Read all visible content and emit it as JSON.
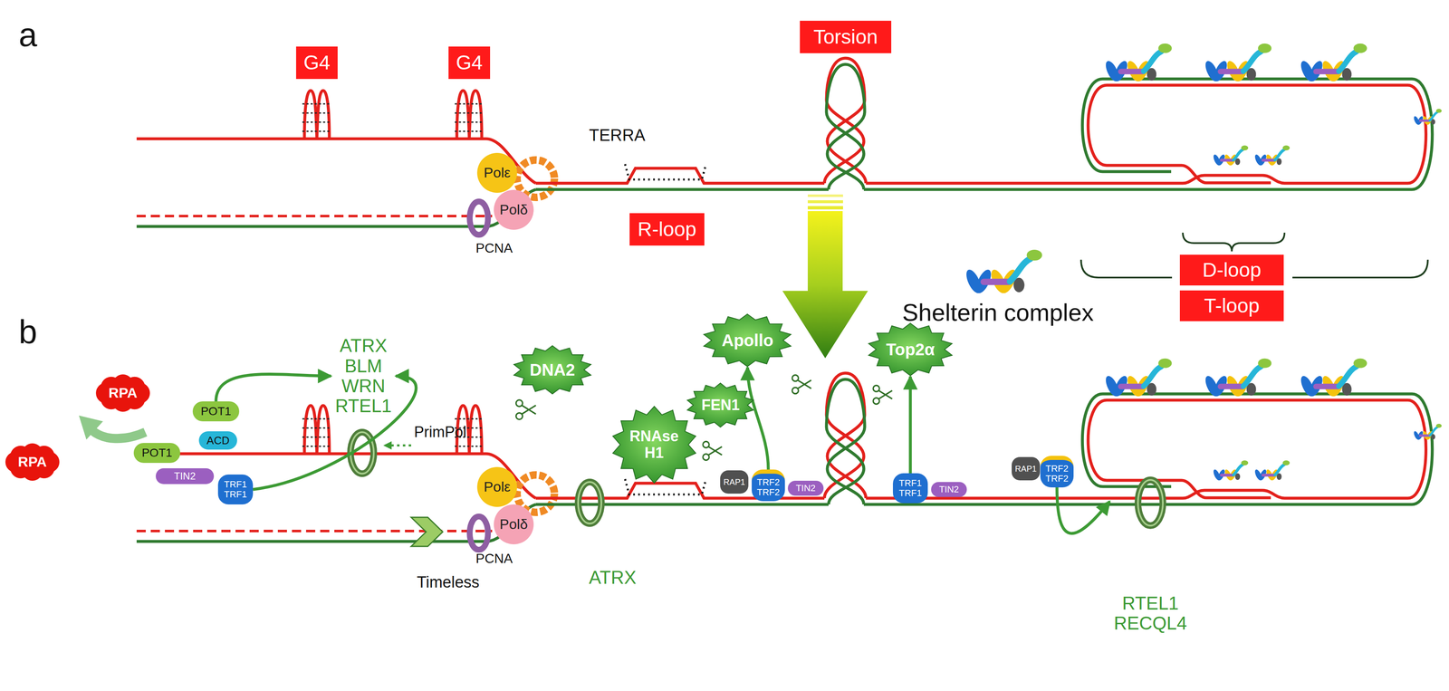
{
  "diagram": {
    "nodes": [
      {
        "text": [
          "G4"
        ]
      },
      {
        "text": [
          "G4"
        ]
      },
      {
        "text": [
          "Torsion"
        ]
      },
      {
        "text": [
          "Polε"
        ]
      },
      {
        "text": [
          "Polδ"
        ]
      },
      {
        "text": [
          "R-loop"
        ]
      },
      {
        "text": [
          "D-loop"
        ]
      },
      {
        "text": [
          "T-loop"
        ]
      },
      {
        "text": [
          "RPA"
        ]
      },
      {
        "text": [
          "RPA"
        ]
      },
      {
        "text": [
          "POT1"
        ]
      },
      {
        "text": [
          "POT1"
        ]
      },
      {
        "text": [
          "ACD"
        ]
      },
      {
        "text": [
          "TIN2"
        ]
      },
      {
        "text": [
          "TRF1 TRF1"
        ]
      },
      {
        "text": [
          "ATRX BLM WRN RTEL1"
        ]
      },
      {
        "text": [
          "DNA2"
        ]
      },
      {
        "text": [
          "Polε"
        ]
      },
      {
        "text": [
          "Polδ"
        ]
      },
      {
        "text": [
          "RNAse H1"
        ]
      },
      {
        "text": [
          "FEN1"
        ]
      },
      {
        "text": [
          "Apollo"
        ]
      },
      {
        "text": [
          "RAP1"
        ]
      },
      {
        "text": [
          "TRF2 TRF2"
        ]
      },
      {
        "text": [
          "TIN2"
        ]
      },
      {
        "text": [
          "Top2α"
        ]
      },
      {
        "text": [
          "TRF1 TRF1"
        ]
      },
      {
        "text": [
          "TIN2"
        ]
      },
      {
        "text": [
          "RAP1"
        ]
      },
      {
        "text": [
          "TRF2 TRF2"
        ]
      },
      {
        "text": [
          "RTEL1 RECQL4"
        ]
      }
    ],
    "edges": [
      {
        "from": 14,
        "to": 15,
        "arrow": "to"
      },
      {
        "from": 11,
        "to": 15,
        "arrow": "to"
      },
      {
        "from": 23,
        "to": 21,
        "arrow": "to"
      },
      {
        "from": 26,
        "to": 25,
        "arrow": "to"
      },
      {
        "from": 29,
        "to": 30,
        "arrow": "to"
      }
    ],
    "labels": [
      "a",
      "TERRA",
      "PCNA",
      "Shelterin complex",
      "b",
      "PrimPol",
      "PCNA",
      "Timeless",
      "ATRX"
    ]
  }
}
